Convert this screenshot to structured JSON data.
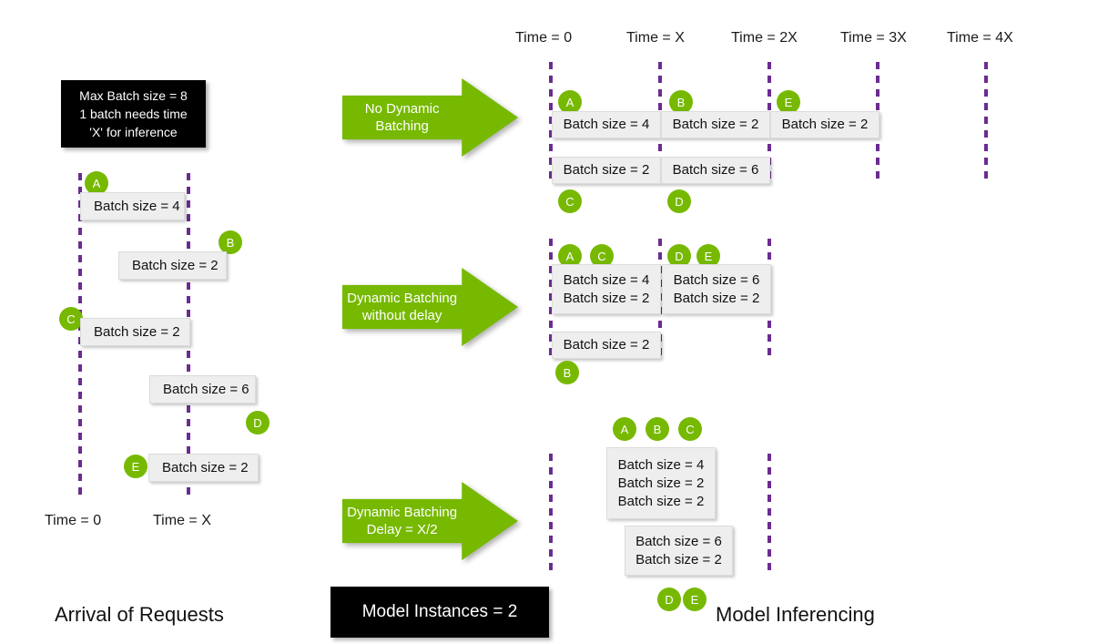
{
  "diagram": {
    "title_left": "Arrival of Requests",
    "title_right": "Model Inferencing",
    "accent_green": "#76b900",
    "timeline_purple": "#6b2c91",
    "box_gray": "#eeeeee",
    "callout_black": "#000000"
  },
  "callouts": {
    "max_batch": {
      "line1": "Max Batch size = 8",
      "line2": "1 batch needs time",
      "line3": "'X' for inference"
    },
    "model_instances": {
      "line1": "Model Instances = 2"
    }
  },
  "arrows": [
    {
      "line1": "No Dynamic",
      "line2": "Batching"
    },
    {
      "line1": "Dynamic Batching",
      "line2": "without delay"
    },
    {
      "line1": "Dynamic Batching",
      "line2": "Delay = X/2"
    }
  ],
  "left_panel": {
    "time_labels": [
      {
        "label": "Time = 0"
      },
      {
        "label": "Time = X"
      }
    ],
    "requests": [
      {
        "id": "A",
        "text": "Batch size = 4"
      },
      {
        "id": "B",
        "text": "Batch size = 2"
      },
      {
        "id": "C",
        "text": "Batch size = 2"
      },
      {
        "id": "D",
        "text": "Batch size = 6"
      },
      {
        "id": "E",
        "text": "Batch size = 2"
      }
    ]
  },
  "right_panel": {
    "time_labels": [
      {
        "label": "Time = 0"
      },
      {
        "label": "Time = X"
      },
      {
        "label": "Time = 2X"
      },
      {
        "label": "Time = 3X"
      },
      {
        "label": "Time = 4X"
      }
    ],
    "scenarios": [
      {
        "name": "no-dynamic-batching",
        "instances": [
          {
            "slots": [
              {
                "badges": [
                  "A"
                ],
                "lines": [
                  "Batch size = 4"
                ]
              },
              {
                "badges": [
                  "B"
                ],
                "lines": [
                  "Batch size = 2"
                ]
              },
              {
                "badges": [
                  "E"
                ],
                "lines": [
                  "Batch size = 2"
                ]
              }
            ]
          },
          {
            "slots": [
              {
                "badges": [
                  "C"
                ],
                "lines": [
                  "Batch size = 2"
                ]
              },
              {
                "badges": [
                  "D"
                ],
                "lines": [
                  "Batch size = 6"
                ]
              }
            ]
          }
        ]
      },
      {
        "name": "dynamic-batching-without-delay",
        "instances": [
          {
            "slots": [
              {
                "badges": [
                  "A",
                  "C"
                ],
                "lines": [
                  "Batch size = 4",
                  "Batch size = 2"
                ]
              },
              {
                "badges": [
                  "D",
                  "E"
                ],
                "lines": [
                  "Batch size = 6",
                  "Batch size = 2"
                ]
              }
            ]
          },
          {
            "slots": [
              {
                "badges": [
                  "B"
                ],
                "lines": [
                  "Batch size = 2"
                ]
              }
            ]
          }
        ]
      },
      {
        "name": "dynamic-batching-delay-half-x",
        "instances": [
          {
            "slots": [
              {
                "badges": [
                  "A",
                  "B",
                  "C"
                ],
                "lines": [
                  "Batch size = 4",
                  "Batch size = 2",
                  "Batch size = 2"
                ]
              }
            ]
          },
          {
            "slots": [
              {
                "badges": [
                  "D",
                  "E"
                ],
                "lines": [
                  "Batch size = 6",
                  "Batch size = 2"
                ]
              }
            ]
          }
        ]
      }
    ]
  }
}
